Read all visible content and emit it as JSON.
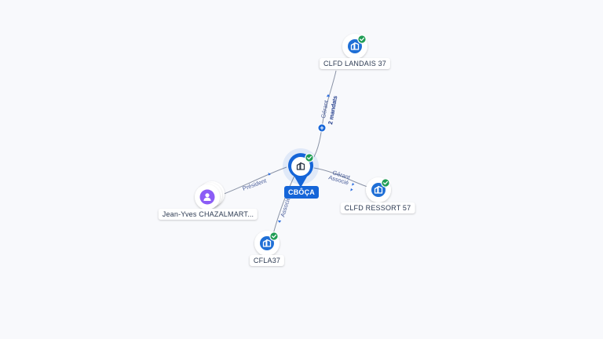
{
  "colors": {
    "accent": "#1565d8",
    "node_blue": "#1f6fd6",
    "person_purple": "#8b5cf6",
    "check_green": "#1f9d55",
    "edge": "#8a93a6",
    "arrow": "#2b6de0"
  },
  "nodes": {
    "center": {
      "label": "CBÔÇA",
      "icon": "building-icon",
      "verified": true
    },
    "landais": {
      "label": "CLFD LANDAIS 37",
      "icon": "building-icon",
      "verified": true
    },
    "ressort": {
      "label": "CLFD RESSORT 57",
      "icon": "building-icon",
      "verified": true
    },
    "cfla": {
      "label": "CFLA37",
      "icon": "building-icon",
      "verified": true
    },
    "person": {
      "label": "Jean-Yves CHAZALMART...",
      "icon": "person-icon",
      "verified": false
    }
  },
  "edges": {
    "landais": {
      "role": "Gérant",
      "count": "2 mandats",
      "expand": "+"
    },
    "ressort": {
      "role1": "Gérant",
      "role2": "Associé"
    },
    "cfla": {
      "role": "Associé"
    },
    "person": {
      "role": "Président"
    }
  }
}
